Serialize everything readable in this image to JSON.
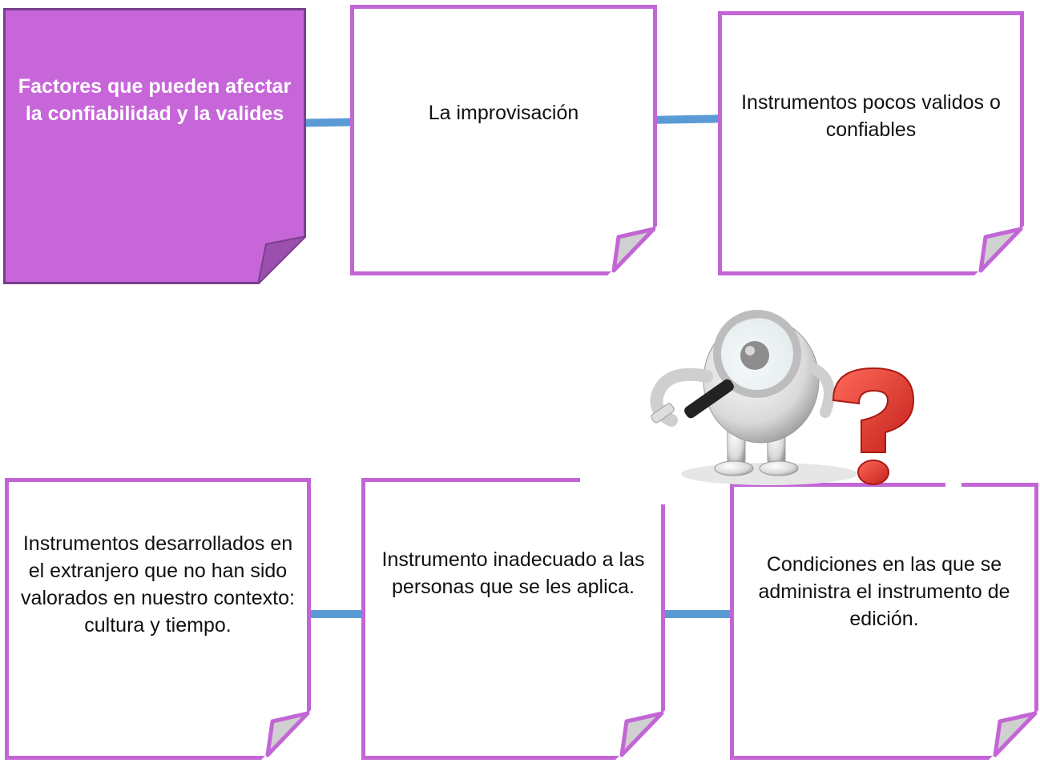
{
  "main_box": {
    "text": "Factores que pueden afectar la confiabilidad y la valides"
  },
  "boxes": [
    {
      "text": "La improvisación"
    },
    {
      "text": "Instrumentos pocos validos o confiables"
    },
    {
      "text": "Instrumentos desarrollados en el extranjero que no han sido valorados en nuestro contexto: cultura y tiempo."
    },
    {
      "text": "Instrumento inadecuado a las personas que se les aplica."
    },
    {
      "text": "Condiciones en las que se administra el instrumento de edición."
    }
  ],
  "colors": {
    "main_fill": "#c766d9",
    "note_border": "#c266d6",
    "connector": "#5b9bd5",
    "question_mark": "#e03a2f"
  },
  "illustration": {
    "icon": "robot-magnifier-question-icon"
  }
}
